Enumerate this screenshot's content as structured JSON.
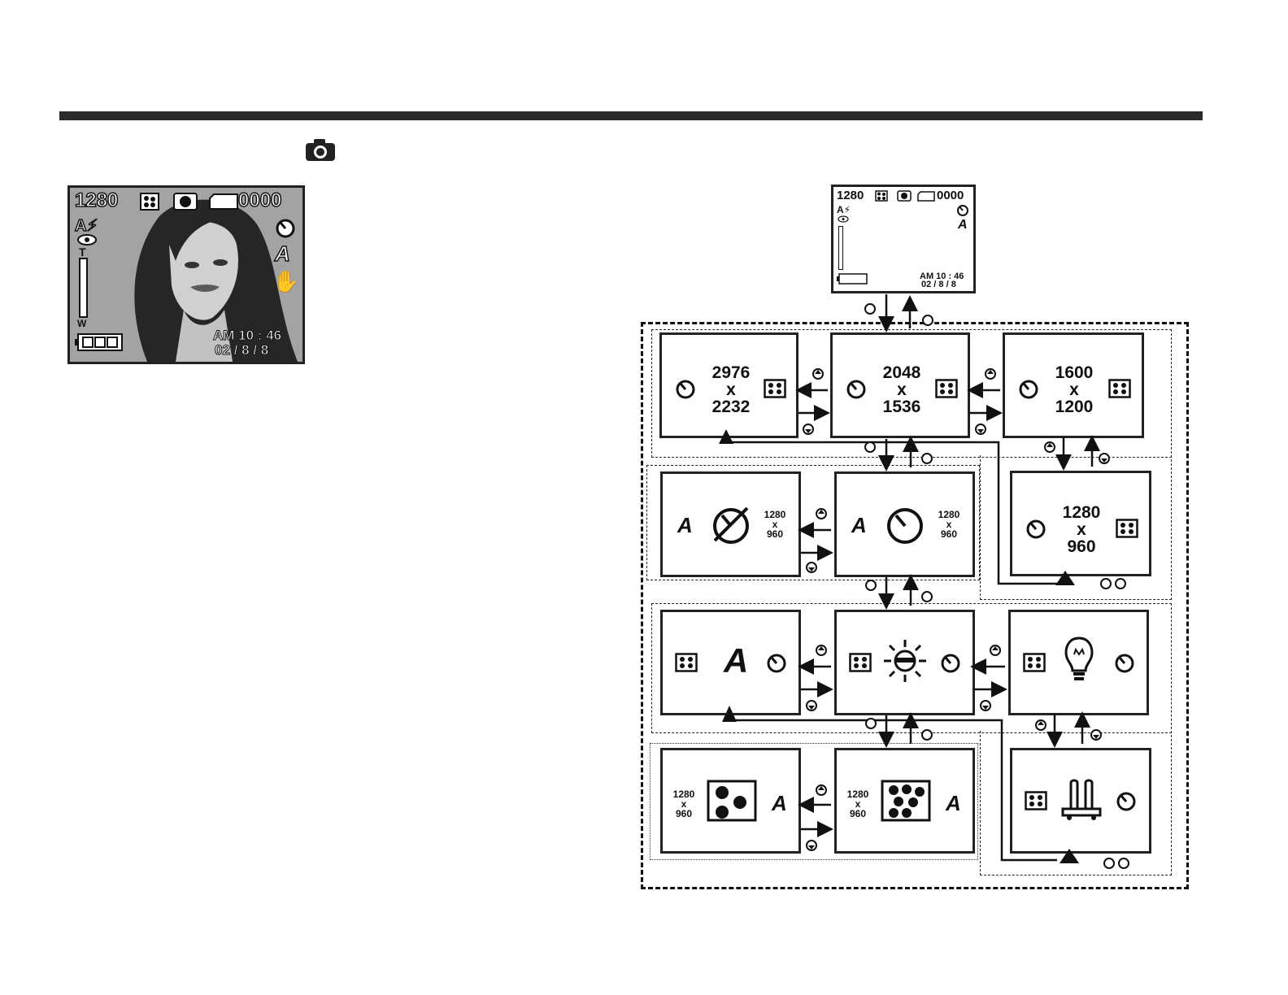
{
  "preview": {
    "resolution": "1280",
    "counter": "0000",
    "time": "AM 10 : 46",
    "date": "02 / 8 / 8",
    "zoom_t": "T",
    "zoom_w": "W"
  },
  "diagram": {
    "top_lcd": {
      "resolution": "1280",
      "counter": "0000",
      "time": "AM 10 : 46",
      "date": "02 / 8 / 8"
    },
    "resolutions": [
      {
        "w": "2976",
        "x": "x",
        "h": "2232"
      },
      {
        "w": "2048",
        "x": "x",
        "h": "1536"
      },
      {
        "w": "1600",
        "x": "x",
        "h": "1200"
      },
      {
        "w": "1280",
        "x": "x",
        "h": "960"
      }
    ],
    "small_res": {
      "w": "1280",
      "x": "x",
      "h": "960"
    }
  },
  "icons": [
    "camera-icon",
    "quality-icon",
    "self-timer-icon",
    "self-timer-off-icon",
    "auto-flash-icon",
    "red-eye-icon",
    "battery-icon",
    "hand-shake-icon",
    "sunny-icon",
    "bulb-icon",
    "fluorescent-icon",
    "button-up-icon",
    "button-down-icon",
    "button-left-icon",
    "button-right-icon"
  ]
}
